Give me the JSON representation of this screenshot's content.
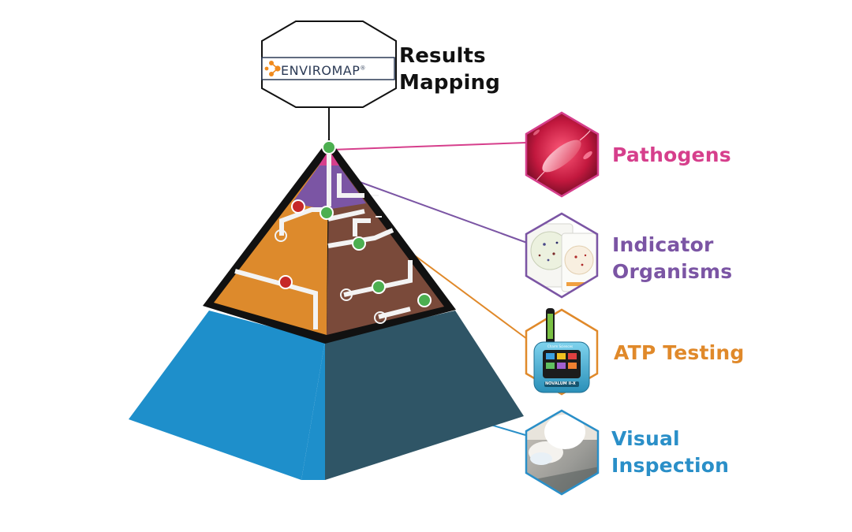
{
  "logo": {
    "text": "ENVIROMAP",
    "trademark": "®"
  },
  "title": {
    "line1": "Results",
    "line2": "Mapping"
  },
  "levels": [
    {
      "line1": "Pathogens",
      "line2": "",
      "color": "#d63f8c"
    },
    {
      "line1": "Indicator",
      "line2": "Organisms",
      "color": "#7b55a4"
    },
    {
      "line1": "ATP Testing",
      "line2": "",
      "color": "#e0892a"
    },
    {
      "line1": "Visual",
      "line2": "Inspection",
      "color": "#2a8fc8"
    }
  ],
  "device": {
    "brand": "Charm Sciences",
    "model": "NOVALUM II-X"
  },
  "colors": {
    "pyramid_blue": "#1e8fcb",
    "pyramid_slate": "#2f5566",
    "atp_orange": "#dd8a2c",
    "brown": "#7a4a3a",
    "purple": "#7b55a4",
    "pink": "#d63f8c",
    "ok_green": "#4caf50",
    "fail_red": "#c62828"
  },
  "icons": [
    "bacteria-image",
    "petri-film-image",
    "atp-luminometer-image",
    "cleaning-surface-image"
  ]
}
